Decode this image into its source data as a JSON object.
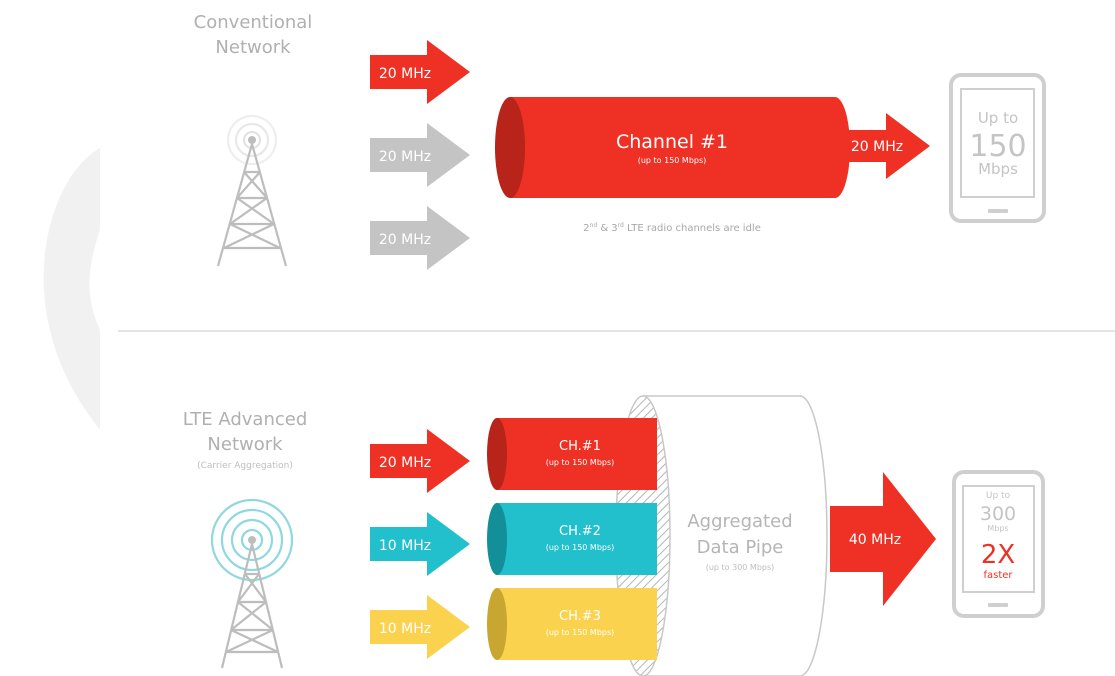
{
  "colors": {
    "red": "#ee3124",
    "red_dark": "#b8231a",
    "teal": "#22bfcc",
    "teal_dark": "#138f99",
    "yellow": "#fbd24e",
    "yellow_dark": "#c9a630",
    "gray_arrow": "#c4c4c4",
    "gray_text": "#b0b0b0",
    "tower_gray": "#bdbdbd",
    "wave_teal": "#8fd8df"
  },
  "conventional": {
    "title_line1": "Conventional",
    "title_line2": "Network",
    "inputs": [
      {
        "label": "20 MHz",
        "color": "red"
      },
      {
        "label": "20 MHz",
        "color": "gray"
      },
      {
        "label": "20 MHz",
        "color": "gray"
      }
    ],
    "channel_label": "Channel #1",
    "channel_sub": "(up to 150 Mbps)",
    "output_label": "20 MHz",
    "idle_note": {
      "n1": "2",
      "sup1": "nd",
      "mid": " & 3",
      "sup2": "rd",
      "rest": " LTE radio channels are idle"
    },
    "device": {
      "line1": "Up to",
      "line2": "150",
      "line3": "Mbps"
    }
  },
  "advanced": {
    "title_line1": "LTE Advanced",
    "title_line2": "Network",
    "title_sub": "(Carrier Aggregation)",
    "inputs": [
      {
        "label": "20 MHz",
        "color": "red"
      },
      {
        "label": "10 MHz",
        "color": "teal"
      },
      {
        "label": "10 MHz",
        "color": "yellow"
      }
    ],
    "channels": [
      {
        "label": "CH.#1",
        "sub": "(up to 150 Mbps)"
      },
      {
        "label": "CH.#2",
        "sub": "(up to 150 Mbps)"
      },
      {
        "label": "CH.#3",
        "sub": "(up to 150 Mbps)"
      }
    ],
    "pipe_line1": "Aggregated",
    "pipe_line2": "Data Pipe",
    "pipe_sub": "(up to 300 Mbps)",
    "output_label": "40 MHz",
    "device": {
      "line1": "Up to",
      "line2": "300",
      "line3": "Mbps",
      "line4": "2X",
      "line5": "faster"
    }
  }
}
